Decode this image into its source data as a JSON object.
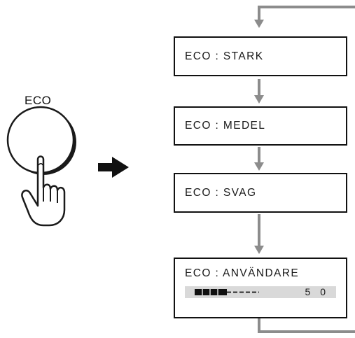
{
  "button": {
    "label": "ECO",
    "icon": "finger-pressing-button"
  },
  "arrow_icon": "right-arrow",
  "modes": [
    {
      "label": "ECO : STARK"
    },
    {
      "label": "ECO : MEDEL"
    },
    {
      "label": "ECO : SVAG"
    },
    {
      "label": "ECO : ANVÄNDARE"
    }
  ],
  "user_level": {
    "value_text": "5 0",
    "fill_fraction": 0.5
  },
  "colors": {
    "flow_line": "#8c8c8c",
    "box_border": "#111111",
    "level_bar_bg": "#d9d9d9"
  }
}
